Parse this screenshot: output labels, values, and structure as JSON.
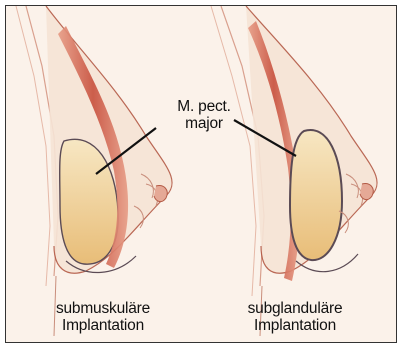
{
  "figure": {
    "muscle_label": {
      "line1": "M. pect.",
      "line2": "major"
    },
    "left_caption": {
      "line1": "submuskuläre",
      "line2": "Implantation"
    },
    "right_caption": {
      "line1": "subglanduläre",
      "line2": "Implantation"
    }
  },
  "colors": {
    "background": "#fbf2ea",
    "muscle": "#c8523f",
    "skin_outline": "#b35a45",
    "implant_fill": "#f2d9a0",
    "implant_outline": "#5b4b55"
  }
}
